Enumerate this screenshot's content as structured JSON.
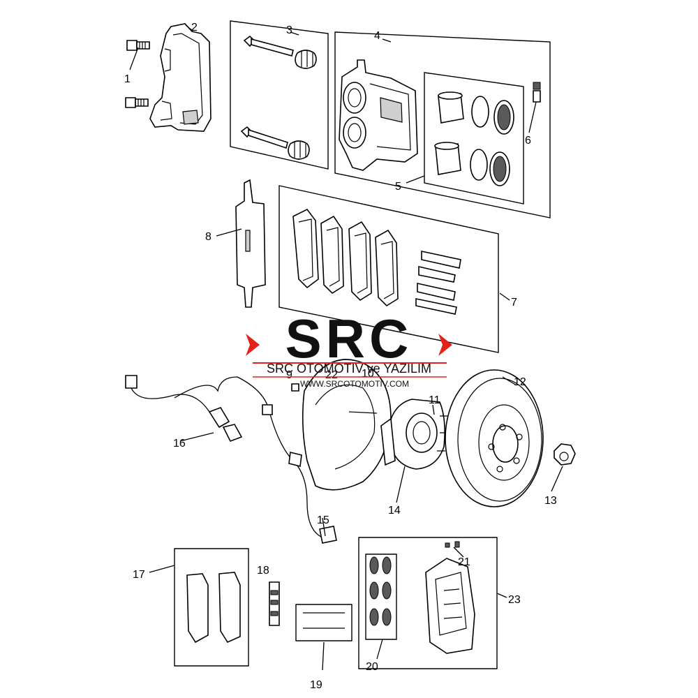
{
  "callouts": {
    "c1": "1",
    "c2": "2",
    "c3": "3",
    "c4": "4",
    "c5": "5",
    "c6": "6",
    "c7": "7",
    "c8": "8",
    "c9": "9",
    "c10": "10",
    "c11": "11",
    "c12": "12",
    "c13": "13",
    "c14": "14",
    "c15": "15",
    "c16": "16",
    "c17": "17",
    "c18": "18",
    "c19": "19",
    "c20": "20",
    "c21": "21",
    "c22": "22",
    "c23": "23"
  },
  "watermark": {
    "logo_text": "SRC",
    "company": "SRC OTOMOTIV ve YAZILIM",
    "website": "WWW.SRCOTOMOTIV.COM",
    "logo_color": "#111111",
    "accent_color": "#e2231a"
  }
}
